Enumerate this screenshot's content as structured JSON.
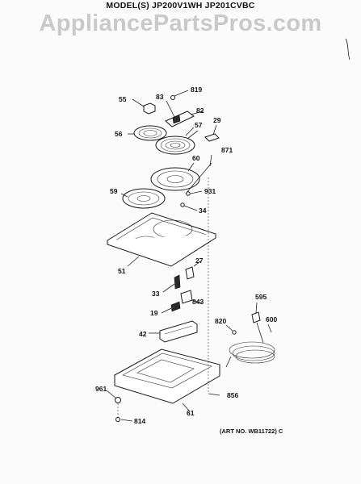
{
  "header": {
    "model_line": "MODEL(S) JP200V1WH  JP201CVBC"
  },
  "watermark": "AppliancePartsPros.com",
  "footer": {
    "art_number": "(ART NO. WB11722) C"
  },
  "callouts": {
    "p55": "55",
    "p83": "83",
    "p819": "819",
    "p82": "82",
    "p57": "57",
    "p56": "56",
    "p29": "29",
    "p871": "871",
    "p60": "60",
    "p59": "59",
    "p931": "931",
    "p34": "34",
    "p51": "51",
    "p27": "27",
    "p33": "33",
    "p843": "843",
    "p19": "19",
    "p42": "42",
    "p595": "595",
    "p820": "820",
    "p600": "600",
    "p961": "961",
    "p856": "856",
    "p61": "61",
    "p814": "814"
  }
}
